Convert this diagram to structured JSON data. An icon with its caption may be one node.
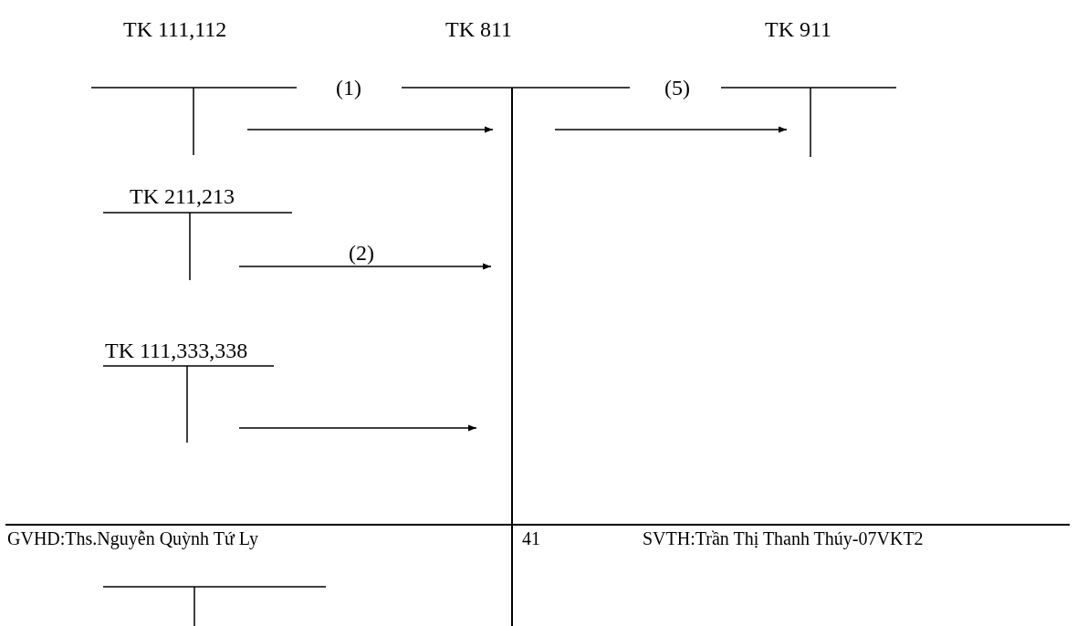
{
  "diagram": {
    "nodes": [
      {
        "text": [
          "TK 111,112"
        ]
      },
      {
        "text": [
          "TK 811"
        ]
      },
      {
        "text": [
          "TK 911"
        ]
      },
      {
        "text": [
          "TK 211,213"
        ]
      },
      {
        "text": [
          "TK 111,333,338"
        ]
      },
      {
        "text": [],
        "shape": "tee"
      }
    ],
    "edges": [
      {
        "from": 0,
        "to": 1,
        "arrow": "to"
      },
      {
        "from": 1,
        "to": 2,
        "arrow": "to"
      },
      {
        "from": 3,
        "to": 1,
        "arrow": "to",
        "label": "(2)"
      },
      {
        "from": 4,
        "to": 1,
        "arrow": "to"
      }
    ],
    "labels": [
      "(1)",
      "(5)",
      "GVHD:Ths.Nguyễn Quỳnh Tứ Ly",
      "41",
      "SVTH:Trần Thị Thanh Thúy-07VKT2"
    ]
  }
}
